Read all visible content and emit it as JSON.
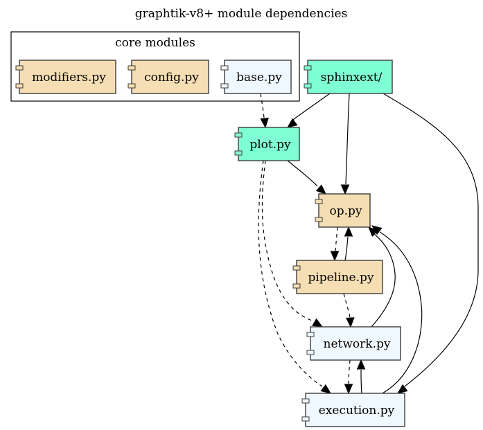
{
  "title": "graphtik-v8+ module dependencies",
  "colors": {
    "core": "#f5deb3",
    "base": "#f0f8ff",
    "ext": "#7fffd4",
    "border": "#3c3c3c",
    "edge": "#000000"
  },
  "cluster": {
    "label": "core modules",
    "members": [
      "modifiers.py",
      "config.py",
      "base.py"
    ]
  },
  "nodes": [
    {
      "id": "modifiers",
      "label": "modifiers.py",
      "kind": "core",
      "in_cluster": true
    },
    {
      "id": "config",
      "label": "config.py",
      "kind": "core",
      "in_cluster": true
    },
    {
      "id": "base",
      "label": "base.py",
      "kind": "base",
      "in_cluster": true
    },
    {
      "id": "sphinxext",
      "label": "sphinxext/",
      "kind": "ext",
      "in_cluster": false
    },
    {
      "id": "plot",
      "label": "plot.py",
      "kind": "ext",
      "in_cluster": false
    },
    {
      "id": "op",
      "label": "op.py",
      "kind": "core",
      "in_cluster": false
    },
    {
      "id": "pipeline",
      "label": "pipeline.py",
      "kind": "core",
      "in_cluster": false
    },
    {
      "id": "network",
      "label": "network.py",
      "kind": "base",
      "in_cluster": false
    },
    {
      "id": "execution",
      "label": "execution.py",
      "kind": "base",
      "in_cluster": false
    }
  ],
  "edges": [
    {
      "from": "base",
      "to": "plot",
      "style": "dashed"
    },
    {
      "from": "sphinxext",
      "to": "plot",
      "style": "solid"
    },
    {
      "from": "sphinxext",
      "to": "op",
      "style": "solid"
    },
    {
      "from": "sphinxext",
      "to": "execution",
      "style": "solid"
    },
    {
      "from": "plot",
      "to": "op",
      "style": "solid"
    },
    {
      "from": "plot",
      "to": "network",
      "style": "dashed"
    },
    {
      "from": "plot",
      "to": "execution",
      "style": "dashed"
    },
    {
      "from": "op",
      "to": "pipeline",
      "style": "dashed"
    },
    {
      "from": "pipeline",
      "to": "op",
      "style": "solid"
    },
    {
      "from": "pipeline",
      "to": "network",
      "style": "dashed"
    },
    {
      "from": "network",
      "to": "op",
      "style": "solid"
    },
    {
      "from": "network",
      "to": "execution",
      "style": "dashed"
    },
    {
      "from": "execution",
      "to": "network",
      "style": "solid"
    },
    {
      "from": "execution",
      "to": "op",
      "style": "solid"
    }
  ]
}
